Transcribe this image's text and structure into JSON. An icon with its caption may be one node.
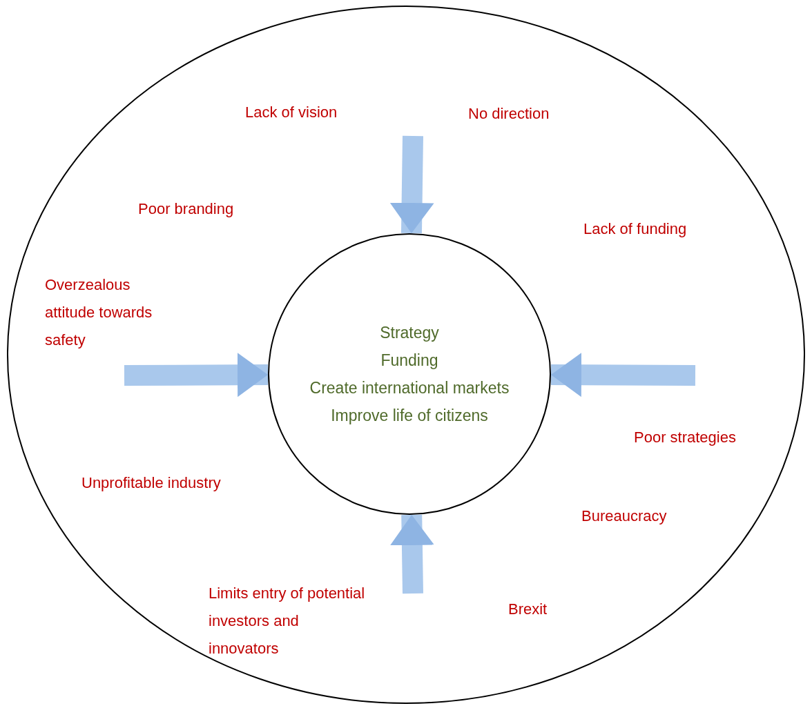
{
  "diagram": {
    "nodes": [
      {
        "text": [],
        "shape": "ellipse"
      },
      {
        "text": [
          "Strategy",
          "Funding",
          "Create international markets",
          "Improve life of citizens"
        ],
        "in": 0
      }
    ],
    "edges": [
      {
        "from": null,
        "to": 1,
        "arrow": "to"
      },
      {
        "from": null,
        "to": 1,
        "arrow": "to"
      },
      {
        "from": null,
        "to": 1,
        "arrow": "to"
      },
      {
        "from": null,
        "to": 1,
        "arrow": "to"
      }
    ],
    "labels": [
      "Lack of vision",
      "No direction",
      "Poor branding",
      "Lack of funding",
      "Overzealous attitude towards safety",
      "Poor strategies",
      "Unprofitable industry",
      "Bureaucracy",
      "Limits entry of potential investors and innovators",
      "Brexit"
    ]
  }
}
